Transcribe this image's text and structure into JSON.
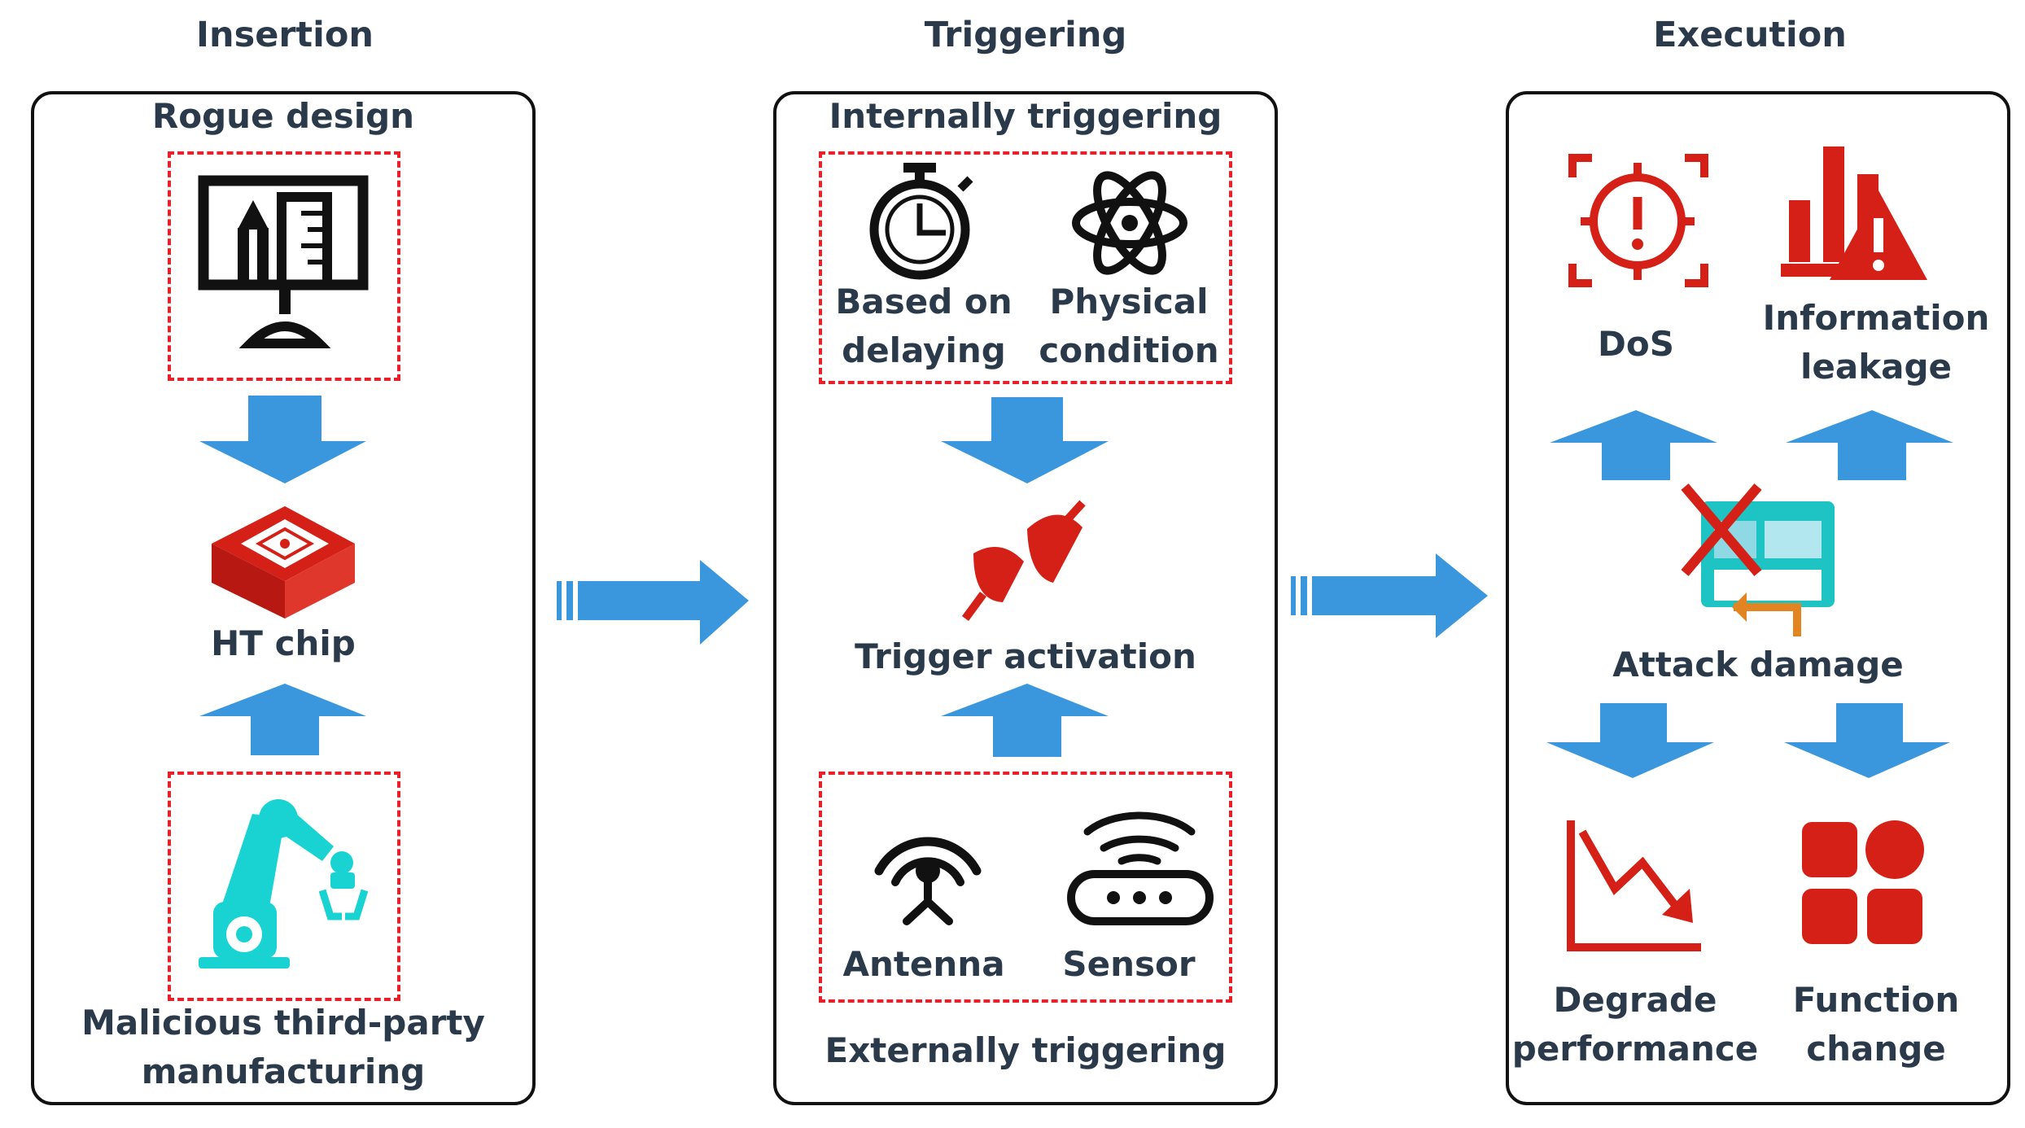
{
  "stages": {
    "insertion": {
      "header": "Insertion",
      "top_label": "Rogue design",
      "middle_label": "HT chip",
      "bottom_label_line1": "Malicious third-party",
      "bottom_label_line2": "manufacturing"
    },
    "triggering": {
      "header": "Triggering",
      "internal_label": "Internally triggering",
      "delay_line1": "Based on",
      "delay_line2": "delaying",
      "physical_line1": "Physical",
      "physical_line2": "condition",
      "middle_label": "Trigger activation",
      "antenna_label": "Antenna",
      "sensor_label": "Sensor",
      "external_label": "Externally triggering"
    },
    "execution": {
      "header": "Execution",
      "dos_label": "DoS",
      "info_line1": "Information",
      "info_line2": "leakage",
      "middle_label": "Attack damage",
      "degrade_line1": "Degrade",
      "degrade_line2": "performance",
      "function_line1": "Function",
      "function_line2": "change"
    }
  },
  "colors": {
    "arrow": "#3a96dd",
    "red": "#d42016",
    "dash_red": "#e8202a",
    "cyan": "#19d3d3",
    "text": "#2b3a4a"
  },
  "icons": [
    "monitor-design-icon",
    "chip-icon",
    "robot-arm-icon",
    "stopwatch-icon",
    "atom-icon",
    "plug-icon",
    "antenna-icon",
    "router-sensor-icon",
    "alert-target-icon",
    "chart-warning-icon",
    "damaged-card-icon",
    "decline-chart-icon",
    "blocks-icon"
  ]
}
